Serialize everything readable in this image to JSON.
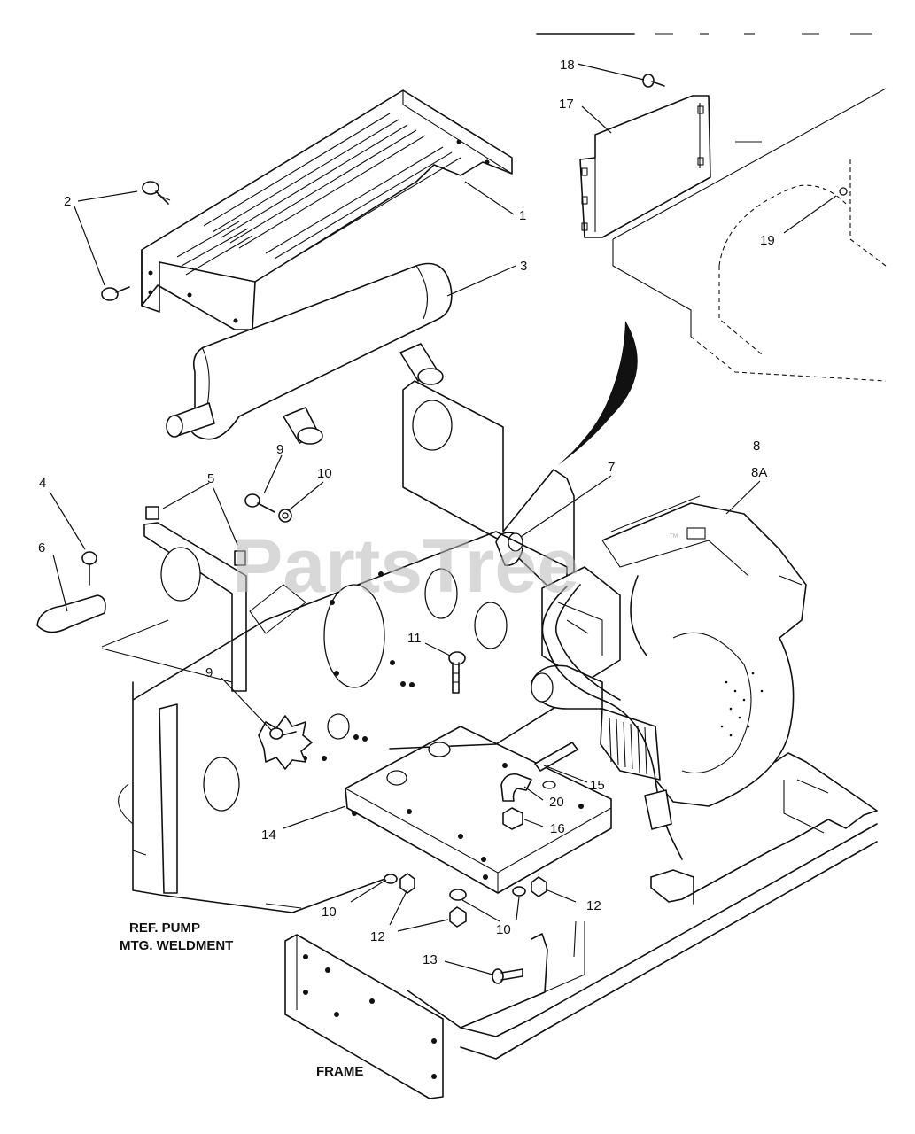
{
  "callouts": {
    "c1": "1",
    "c2": "2",
    "c3": "3",
    "c4": "4",
    "c5": "5",
    "c6": "6",
    "c7": "7",
    "c8": "8",
    "c8a": "8A",
    "c9a": "9",
    "c9b": "9",
    "c10a": "10",
    "c10b": "10",
    "c10c": "10",
    "c11": "11",
    "c12a": "12",
    "c12b": "12",
    "c13": "13",
    "c14": "14",
    "c15": "15",
    "c16": "16",
    "c17": "17",
    "c18": "18",
    "c19": "19",
    "c20": "20"
  },
  "captions": {
    "ref_pump_line1": "REF. PUMP",
    "ref_pump_line2": "MTG. WELDMENT",
    "frame": "FRAME"
  },
  "watermark": {
    "text": "PartsTree",
    "trademark": "™"
  }
}
